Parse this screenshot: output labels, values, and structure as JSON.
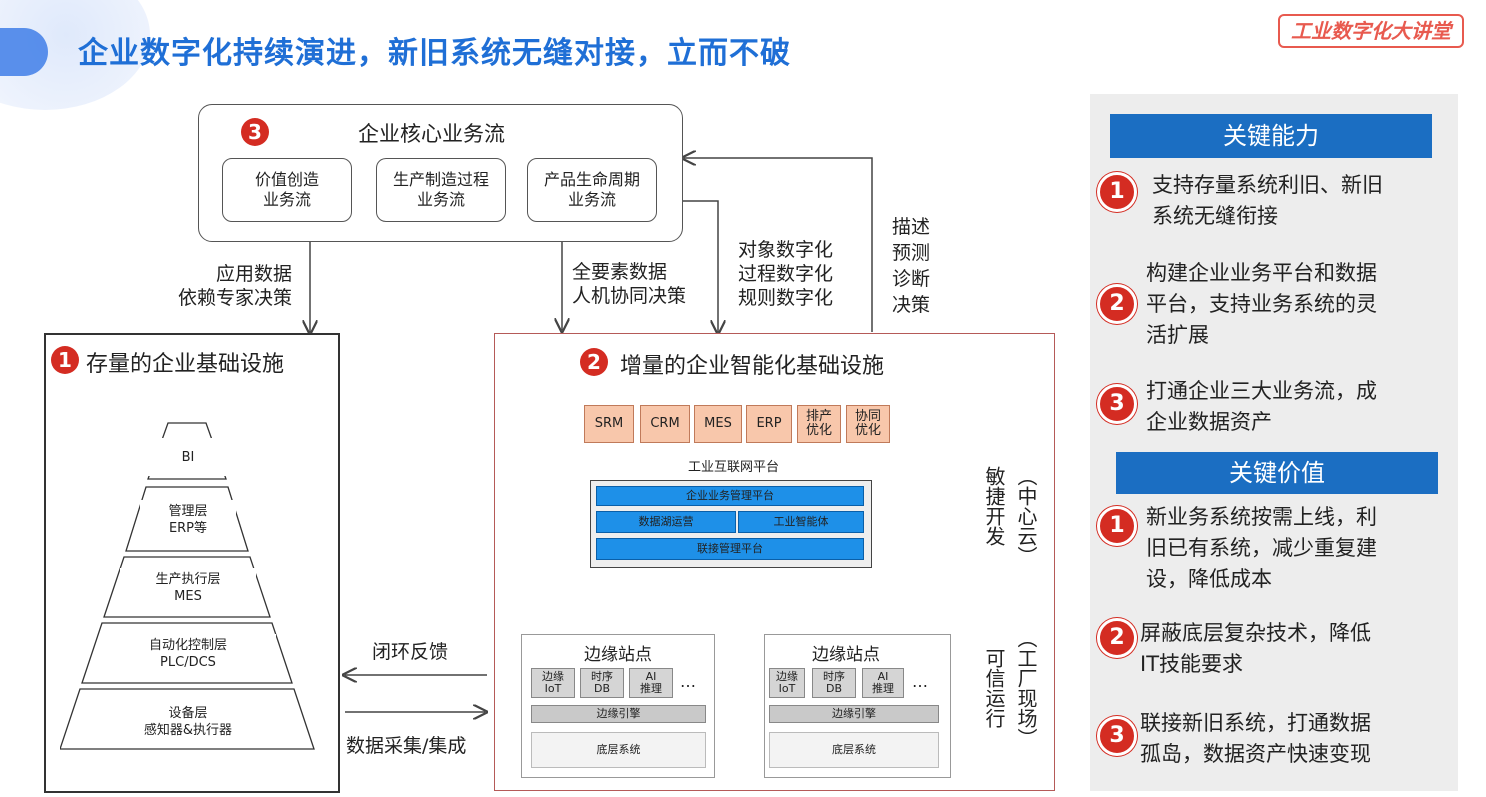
{
  "title": "企业数字化持续演进，新旧系统无缝对接，立而不破",
  "logo": "工业数字化大讲堂",
  "core": {
    "badge": "3",
    "title": "企业核心业务流",
    "flows": [
      "价值创造\n业务流",
      "生产制造过程\n业务流",
      "产品生命周期\n业务流"
    ]
  },
  "legacy": {
    "badge": "1",
    "title": "存量的企业基础设施",
    "pyramid": [
      "BI",
      "管理层\nERP等",
      "生产执行层\nMES",
      "自动化控制层\nPLC/DCS",
      "设备层\n感知器&执行器"
    ]
  },
  "new_infra": {
    "badge": "2",
    "title": "增量的企业智能化基础设施",
    "apps": [
      "SRM",
      "CRM",
      "MES",
      "ERP",
      "排产\n优化",
      "协同\n优化"
    ],
    "platform_title": "工业互联网平台",
    "platform_rows": [
      "企业业务管理平台",
      "数据湖运营",
      "工业智能体",
      "联接管理平台"
    ],
    "edge_title": "边缘站点",
    "edge_modules": [
      "边缘\nIoT",
      "时序\nDB",
      "AI\n推理"
    ],
    "ellipsis": "…",
    "edge_engine": "边缘引擎",
    "edge_base": "底层系统",
    "cloud_label": "（中心云）",
    "agile_label": "敏捷开发",
    "factory_label": "（工厂现场）",
    "trusted_label": "可信运行"
  },
  "arrows": {
    "left_down": "应用数据\n依赖专家决策",
    "mid_down": "全要素数据\n人机协同决策",
    "digitize": "对象数字化\n过程数字化\n规则数字化",
    "analytics": "描述\n预测\n诊断\n决策",
    "feedback": "闭环反馈",
    "collect": "数据采集/集成"
  },
  "panel": {
    "capabilities_title": "关键能力",
    "capabilities": [
      {
        "n": "1",
        "text": "支持存量系统利旧、新旧\n系统无缝衔接"
      },
      {
        "n": "2",
        "text": "构建企业业务平台和数据\n平台，支持业务系统的灵\n活扩展"
      },
      {
        "n": "3",
        "text": "打通企业三大业务流，成\n企业数据资产"
      }
    ],
    "values_title": "关键价值",
    "values": [
      {
        "n": "1",
        "text": "新业务系统按需上线，利\n旧已有系统，减少重复建\n设，降低成本"
      },
      {
        "n": "2",
        "text": "屏蔽底层复杂技术，降低\nIT技能要求"
      },
      {
        "n": "3",
        "text": "联接新旧系统，打通数据\n孤岛，数据资产快速变现"
      }
    ]
  }
}
